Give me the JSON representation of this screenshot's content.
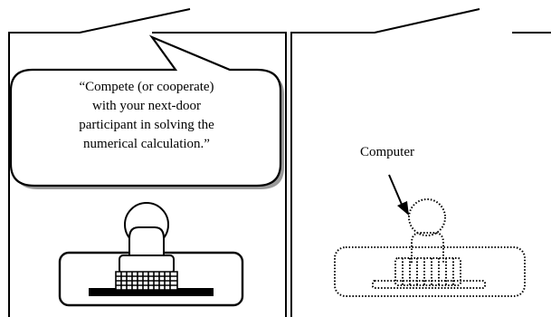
{
  "speech_bubble": {
    "lines": [
      "“Compete (or cooperate)",
      "with your next-door",
      "participant in solving the",
      "numerical calculation.”"
    ]
  },
  "computer_label": "Computer",
  "colors": {
    "line": "#000000",
    "bubble_shadow": "#9a9a9a",
    "background": "#ffffff"
  },
  "icons": {
    "participant": "person-at-desk-icon",
    "computer_opponent": "dotted-person-at-desk-icon",
    "pointer": "arrow-down-icon"
  }
}
